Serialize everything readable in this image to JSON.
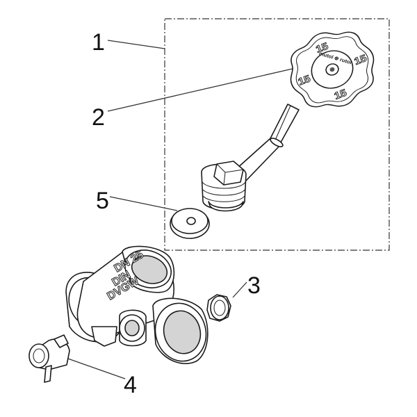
{
  "callouts": [
    {
      "id": "1",
      "part": "upper-part-assembly"
    },
    {
      "id": "2",
      "part": "handwheel"
    },
    {
      "id": "3",
      "part": "plug"
    },
    {
      "id": "4",
      "part": "drain-valve"
    },
    {
      "id": "5",
      "part": "seal-disc"
    }
  ],
  "handwheel": {
    "logo_text": "mutol ⊕ rutol",
    "number_marks": [
      "15",
      "15",
      "15",
      "15"
    ]
  },
  "body_marking": {
    "line1": "DN 25",
    "line2": "DIN",
    "line3": "DVGW"
  }
}
